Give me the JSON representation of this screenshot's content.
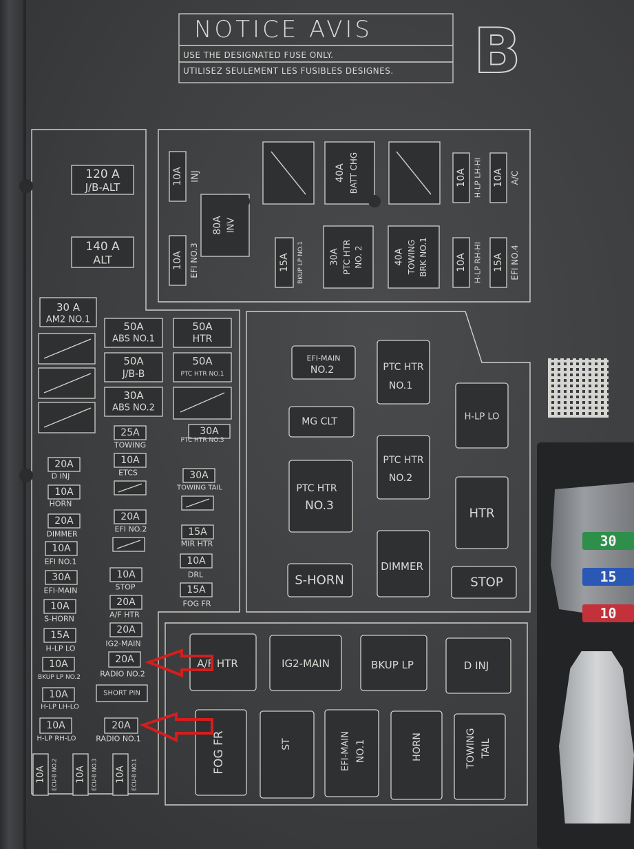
{
  "notice": {
    "header": "NOTICE AVIS",
    "line_en": "USE THE DESIGNATED FUSE ONLY.",
    "line_fr": "UTILISEZ SEULEMENT LES FUSIBLES DESIGNES."
  },
  "panel_letter": "B",
  "top_left_fuses": [
    {
      "line1": "120 A",
      "line2": "J/B-ALT"
    },
    {
      "line1": "140 A",
      "line2": "ALT"
    }
  ],
  "top_section": {
    "inj": {
      "amps": "10A",
      "label": "INJ"
    },
    "inv": {
      "amps": "80A",
      "label": "INV"
    },
    "efi3": {
      "amps": "10A",
      "label": "EFI NO.3"
    },
    "bkup": {
      "amps": "15A",
      "label": "BKUP LP NO.1"
    },
    "batt": {
      "amps": "40A",
      "label": "BATT CHG"
    },
    "ptc2": {
      "amps": "30A",
      "line1": "PTC HTR",
      "line2": "NO. 2"
    },
    "towing_brk": {
      "amps": "40A",
      "line1": "TOWING",
      "line2": "BRK NO.1"
    },
    "hlp_lh_hi": {
      "amps": "10A",
      "label": "H-LP LH-HI"
    },
    "ac": {
      "amps": "10A",
      "label": "A/C"
    },
    "hlp_rh_hi": {
      "amps": "10A",
      "label": "H-LP RH-HI"
    },
    "efi4": {
      "amps": "15A",
      "label": "EFI NO.4"
    }
  },
  "left_column": {
    "am2": {
      "amps": "30 A",
      "label": "AM2 NO.1"
    },
    "abs1": {
      "amps": "50A",
      "label": "ABS NO.1"
    },
    "htr": {
      "amps": "50A",
      "label": "HTR"
    },
    "jbb": {
      "amps": "50A",
      "label": "J/B-B"
    },
    "ptc1": {
      "amps": "50A",
      "label": "PTC HTR NO.1"
    },
    "abs2": {
      "amps": "30A",
      "label": "ABS NO.2"
    },
    "towing": {
      "amps": "25A",
      "label": "TOWING"
    },
    "ptc3": {
      "amps": "30A",
      "label": "PTC HTR NO.3"
    },
    "etcs": {
      "amps": "10A",
      "label": "ETCS"
    },
    "towing_tail": {
      "amps": "30A",
      "label": "TOWING TAIL"
    },
    "efi2": {
      "amps": "20A",
      "label": "EFI NO.2"
    },
    "mir_htr": {
      "amps": "15A",
      "label": "MIR HTR"
    },
    "stop": {
      "amps": "10A",
      "label": "STOP"
    },
    "drl": {
      "amps": "10A",
      "label": "DRL"
    },
    "af_htr": {
      "amps": "20A",
      "label": "A/F HTR"
    },
    "fog_fr": {
      "amps": "15A",
      "label": "FOG FR"
    },
    "ig2_main": {
      "amps": "20A",
      "label": "IG2-MAIN"
    },
    "radio2": {
      "amps": "20A",
      "label": "RADIO NO.2"
    },
    "short_pin": "SHORT PIN",
    "radio1": {
      "amps": "20A",
      "label": "RADIO NO.1"
    }
  },
  "far_left": [
    {
      "amps": "20A",
      "label": "D INJ"
    },
    {
      "amps": "10A",
      "label": "HORN"
    },
    {
      "amps": "20A",
      "label": "DIMMER"
    },
    {
      "amps": "10A",
      "label": "EFI NO.1"
    },
    {
      "amps": "30A",
      "label": "EFI-MAIN"
    },
    {
      "amps": "10A",
      "label": "S-HORN"
    },
    {
      "amps": "15A",
      "label": "H-LP LO"
    },
    {
      "amps": "10A",
      "label": "BKUP LP NO.2"
    },
    {
      "amps": "10A",
      "label": "H-LP LH-LO"
    },
    {
      "amps": "10A",
      "label": "H-LP RH-LO"
    }
  ],
  "bottom_ecu": [
    {
      "amps": "10A",
      "label": "ECU-B NO.2"
    },
    {
      "amps": "10A",
      "label": "ECU-B NO.3"
    },
    {
      "amps": "10A",
      "label": "ECU-B NO.1"
    }
  ],
  "relays": {
    "efi_main2": {
      "line1": "EFI-MAIN",
      "line2": "NO.2"
    },
    "ptc1": {
      "line1": "PTC HTR",
      "line2": "NO.1"
    },
    "mg_clt": "MG CLT",
    "hlp_lo": "H-LP LO",
    "ptc2": {
      "line1": "PTC HTR",
      "line2": "NO.2"
    },
    "ptc3": {
      "line1": "PTC HTR",
      "line2": "NO.3"
    },
    "htr": "HTR",
    "dimmer": "DIMMER",
    "s_horn": "S-HORN",
    "stop": "STOP"
  },
  "bottom_relays": {
    "af_htr": "A/F HTR",
    "ig2_main": "IG2-MAIN",
    "bkup_lp": "BKUP LP",
    "d_inj": "D INJ",
    "fog_fr": "FOG FR",
    "st": "ST",
    "efi_main1": {
      "line1": "EFI-MAIN",
      "line2": "NO.1"
    },
    "horn": "HORN",
    "towing_tail": {
      "line1": "TOWING",
      "line2": "TAIL"
    }
  },
  "spare_fuses": {
    "green": "30",
    "blue": "15",
    "red": "10"
  },
  "colors": {
    "arrow": "#d41e1e",
    "line": "#cfd0cb",
    "panel": "#3a3b3d"
  }
}
